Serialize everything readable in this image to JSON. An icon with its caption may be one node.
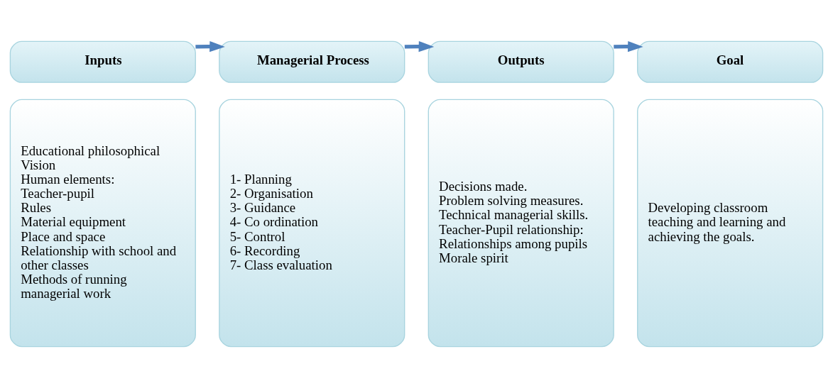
{
  "diagram": {
    "nodes": [
      {
        "text": [
          "Inputs"
        ]
      },
      {
        "text": [
          "Managerial Process"
        ]
      },
      {
        "text": [
          "Outputs"
        ]
      },
      {
        "text": [
          "Goal"
        ]
      },
      {
        "text": [
          "Educational philosophical Vision",
          "Human elements:",
          "Teacher-pupil",
          "Rules",
          "Material equipment",
          "Place and space",
          "Relationship with school and other classes",
          "Methods of running managerial work"
        ]
      },
      {
        "text": [
          "1- Planning",
          "2- Organisation",
          "3- Guidance",
          "4- Co ordination",
          "5- Control",
          "6- Recording",
          "7- Class evaluation"
        ]
      },
      {
        "text": [
          "Decisions made.",
          "Problem solving measures.",
          "Technical managerial skills.",
          "Teacher-Pupil relationship:",
          "Relationships among pupils",
          "Morale spirit"
        ]
      },
      {
        "text": [
          "Developing classroom teaching and learning and achieving the goals."
        ]
      }
    ],
    "edges": [
      {
        "from": 0,
        "to": 1,
        "arrow": "to"
      },
      {
        "from": 1,
        "to": 2,
        "arrow": "to"
      },
      {
        "from": 2,
        "to": 3,
        "arrow": "to"
      }
    ]
  }
}
